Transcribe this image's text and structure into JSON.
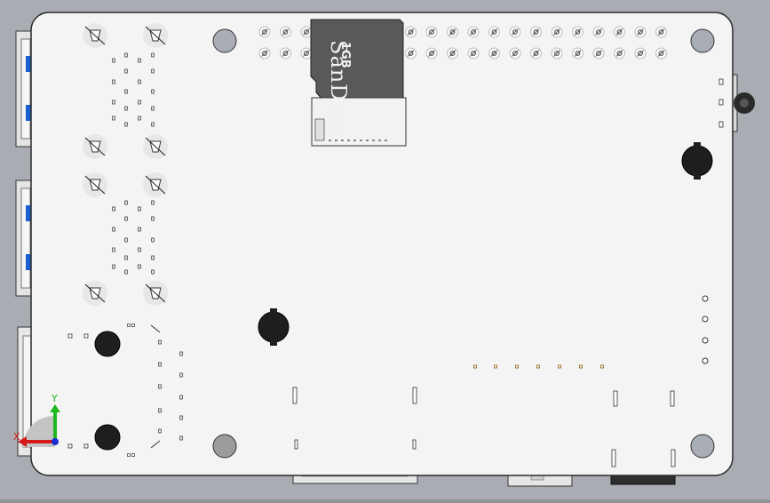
{
  "sd_card": {
    "brand": "SanDisk",
    "capacity": "1GB"
  },
  "axis_triad": {
    "x_label": "X",
    "y_label": "Y",
    "x_color": "#d41a1a",
    "y_color": "#1fb81f",
    "z_color": "#1a2fd4"
  },
  "colors": {
    "board": "#f4f4f4",
    "board_edge": "#2a2a2a",
    "background": "#a7abb1",
    "port_blue": "#1b5fd0",
    "card_body": "#595959"
  }
}
